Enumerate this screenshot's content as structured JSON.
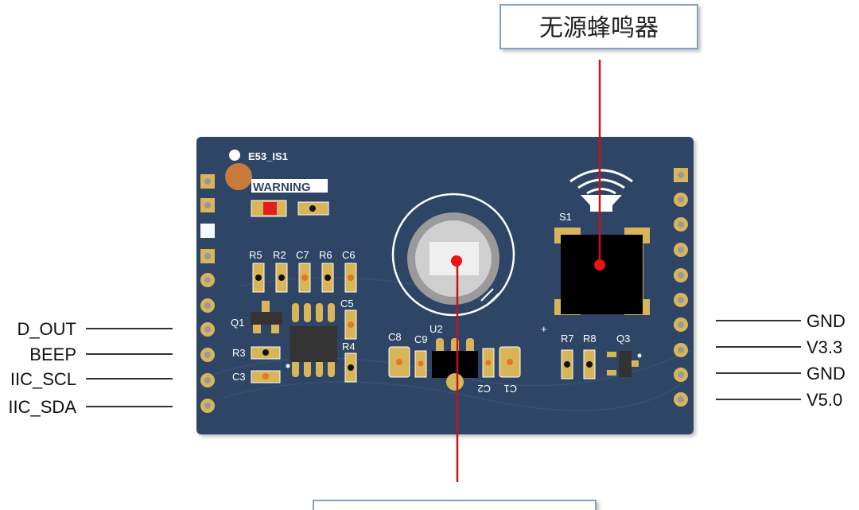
{
  "board": {
    "name": "E53_IS1",
    "warning_label": "WARNING",
    "color": "#2f4466",
    "pad_color": "#d9b55a",
    "components": {
      "r5": "R5",
      "r2": "R2",
      "c7": "C7",
      "r6": "R6",
      "c6": "C6",
      "c5": "C5",
      "q1": "Q1",
      "r3": "R3",
      "c3": "C3",
      "r4": "R4",
      "c8": "C8",
      "c9": "C9",
      "u2": "U2",
      "c2": "C2",
      "c1": "C1",
      "s1": "S1",
      "r7": "R7",
      "r8": "R8",
      "q3": "Q3",
      "plus": "+"
    }
  },
  "left_pins": [
    {
      "label": "D_OUT"
    },
    {
      "label": "BEEP"
    },
    {
      "label": "IIC_SCL"
    },
    {
      "label": "IIC_SDA"
    }
  ],
  "right_pins": [
    {
      "label": "GND"
    },
    {
      "label": "V3.3"
    },
    {
      "label": "GND"
    },
    {
      "label": "V5.0"
    }
  ],
  "callouts": {
    "top": "无源蜂鸣器",
    "line_color": "#cc1111"
  },
  "icons": {
    "buzzer": "speaker-wave-icon"
  }
}
